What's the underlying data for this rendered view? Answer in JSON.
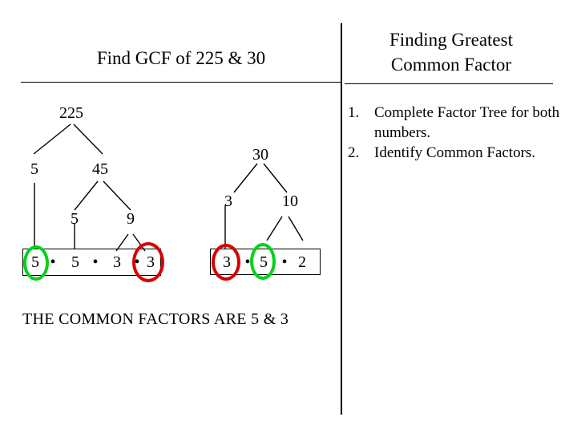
{
  "slide": {
    "left_title": "Find GCF of 225 & 30",
    "right_title_line1": "Finding Greatest",
    "right_title_line2": "Common Factor",
    "bottom_statement": "THE COMMON FACTORS ARE 5 & 3"
  },
  "instructions": [
    {
      "number": "1.",
      "text": "Complete Factor Tree for both numbers."
    },
    {
      "number": "2.",
      "text": "Identify Common Factors."
    }
  ],
  "tree_225": {
    "root": "225",
    "level2_left": "5",
    "level2_right": "45",
    "level3_left": "5",
    "level3_right": "9",
    "product": {
      "factors": [
        "5",
        "5",
        "3",
        "3"
      ],
      "separator": "•"
    }
  },
  "tree_30": {
    "root": "30",
    "level2_left": "3",
    "level2_right": "10",
    "product": {
      "factors": [
        "3",
        "5",
        "2"
      ],
      "separator": "•"
    }
  },
  "highlights": {
    "green_color": "#00d41a",
    "red_color": "#d80000",
    "green_label": "5",
    "red_label": "3"
  }
}
